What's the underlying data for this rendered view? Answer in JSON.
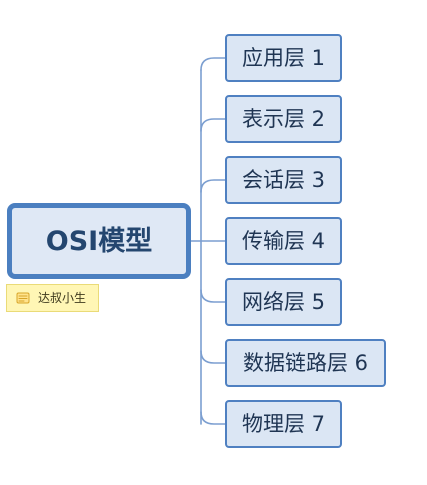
{
  "diagram": {
    "root": {
      "label": "OSI模型"
    },
    "branches": [
      {
        "label": "应用层 1"
      },
      {
        "label": "表示层 2"
      },
      {
        "label": "会话层 3"
      },
      {
        "label": "传输层 4"
      },
      {
        "label": "网络层 5"
      },
      {
        "label": "数据链路层 6"
      },
      {
        "label": "物理层 7"
      }
    ],
    "watermark": {
      "label": "达叔小生",
      "icon": "note-icon"
    },
    "colors": {
      "root_border": "#4b7fc0",
      "root_fill": "#dfe8f5",
      "branch_border": "#4f80c1",
      "branch_fill": "#dbe6f4",
      "connector": "#7b9ed0",
      "watermark_fill": "#fff6b5"
    }
  }
}
